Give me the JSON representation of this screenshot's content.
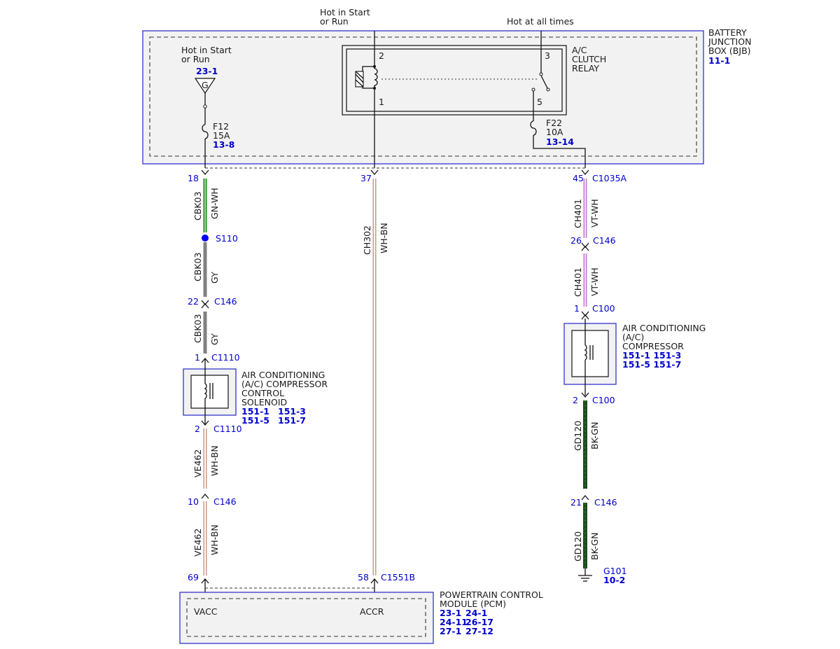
{
  "bjb": {
    "label": [
      "BATTERY",
      "JUNCTION",
      "BOX (BJB)"
    ],
    "ref": "11-1"
  },
  "top_labels": {
    "hot_start_run_top": [
      "Hot in Start",
      "or Run"
    ],
    "hot_all_times": "Hot at all times",
    "hot_start_run_inner": [
      "Hot in Start",
      "or Run"
    ],
    "inner_ref": "23-1",
    "ground_letter": "G"
  },
  "relay": {
    "label": [
      "A/C",
      "CLUTCH",
      "RELAY"
    ],
    "pins": [
      "2",
      "3",
      "1",
      "5"
    ]
  },
  "fuses": [
    {
      "name": "F12",
      "rating": "15A",
      "ref": "13-8"
    },
    {
      "name": "F22",
      "rating": "10A",
      "ref": "13-14"
    }
  ],
  "connectors": {
    "c18": "18",
    "c37": "37",
    "c45": "45",
    "c1035a": "C1035A",
    "s110": "S110",
    "c22": "22",
    "c146_a": "C146",
    "c1_a": "1",
    "c1110_a": "C1110",
    "c2_a": "2",
    "c1110_b": "C1110",
    "c10": "10",
    "c146_b": "C146",
    "c69": "69",
    "c58": "58",
    "c1551b": "C1551B",
    "c26": "26",
    "c146_c": "C146",
    "c1_b": "1",
    "c100_a": "C100",
    "c2_b": "2",
    "c100_b": "C100",
    "c21": "21",
    "c146_d": "C146",
    "g101": "G101",
    "g101_ref": "10-2"
  },
  "wires": [
    {
      "circuit": "CBK03",
      "color": "GN-WH"
    },
    {
      "circuit": "CBK03",
      "color": "GY"
    },
    {
      "circuit": "CBK03",
      "color": "GY"
    },
    {
      "circuit": "VE462",
      "color": "WH-BN"
    },
    {
      "circuit": "VE462",
      "color": "WH-BN"
    },
    {
      "circuit": "CH302",
      "color": "WH-BN"
    },
    {
      "circuit": "CH401",
      "color": "VT-WH"
    },
    {
      "circuit": "CH401",
      "color": "VT-WH"
    },
    {
      "circuit": "GD120",
      "color": "BK-GN"
    },
    {
      "circuit": "GD120",
      "color": "BK-GN"
    }
  ],
  "solenoid": {
    "label": [
      "AIR CONDITIONING",
      "(A/C) COMPRESSOR",
      "CONTROL",
      "SOLENOID"
    ],
    "refs": [
      "151-1",
      "151-3",
      "151-5",
      "151-7"
    ]
  },
  "compressor": {
    "label": [
      "AIR CONDITIONING",
      "(A/C)",
      "COMPRESSOR"
    ],
    "refs": [
      "151-1 151-3",
      "151-5 151-7"
    ]
  },
  "pcm": {
    "label": [
      "POWERTRAIN CONTROL",
      "MODULE (PCM)"
    ],
    "refs": [
      "23-1",
      "24-1",
      "24-11",
      "26-17",
      "27-1",
      "27-12"
    ],
    "pins": [
      "VACC",
      "ACCR"
    ]
  },
  "colors": {
    "green": "#1a8a1a",
    "gray": "#808080",
    "violet": "#c77dd0",
    "wh_bn": "#c79a8a",
    "bk_gn": "#1f4a1f",
    "blue": "#0000cc"
  }
}
